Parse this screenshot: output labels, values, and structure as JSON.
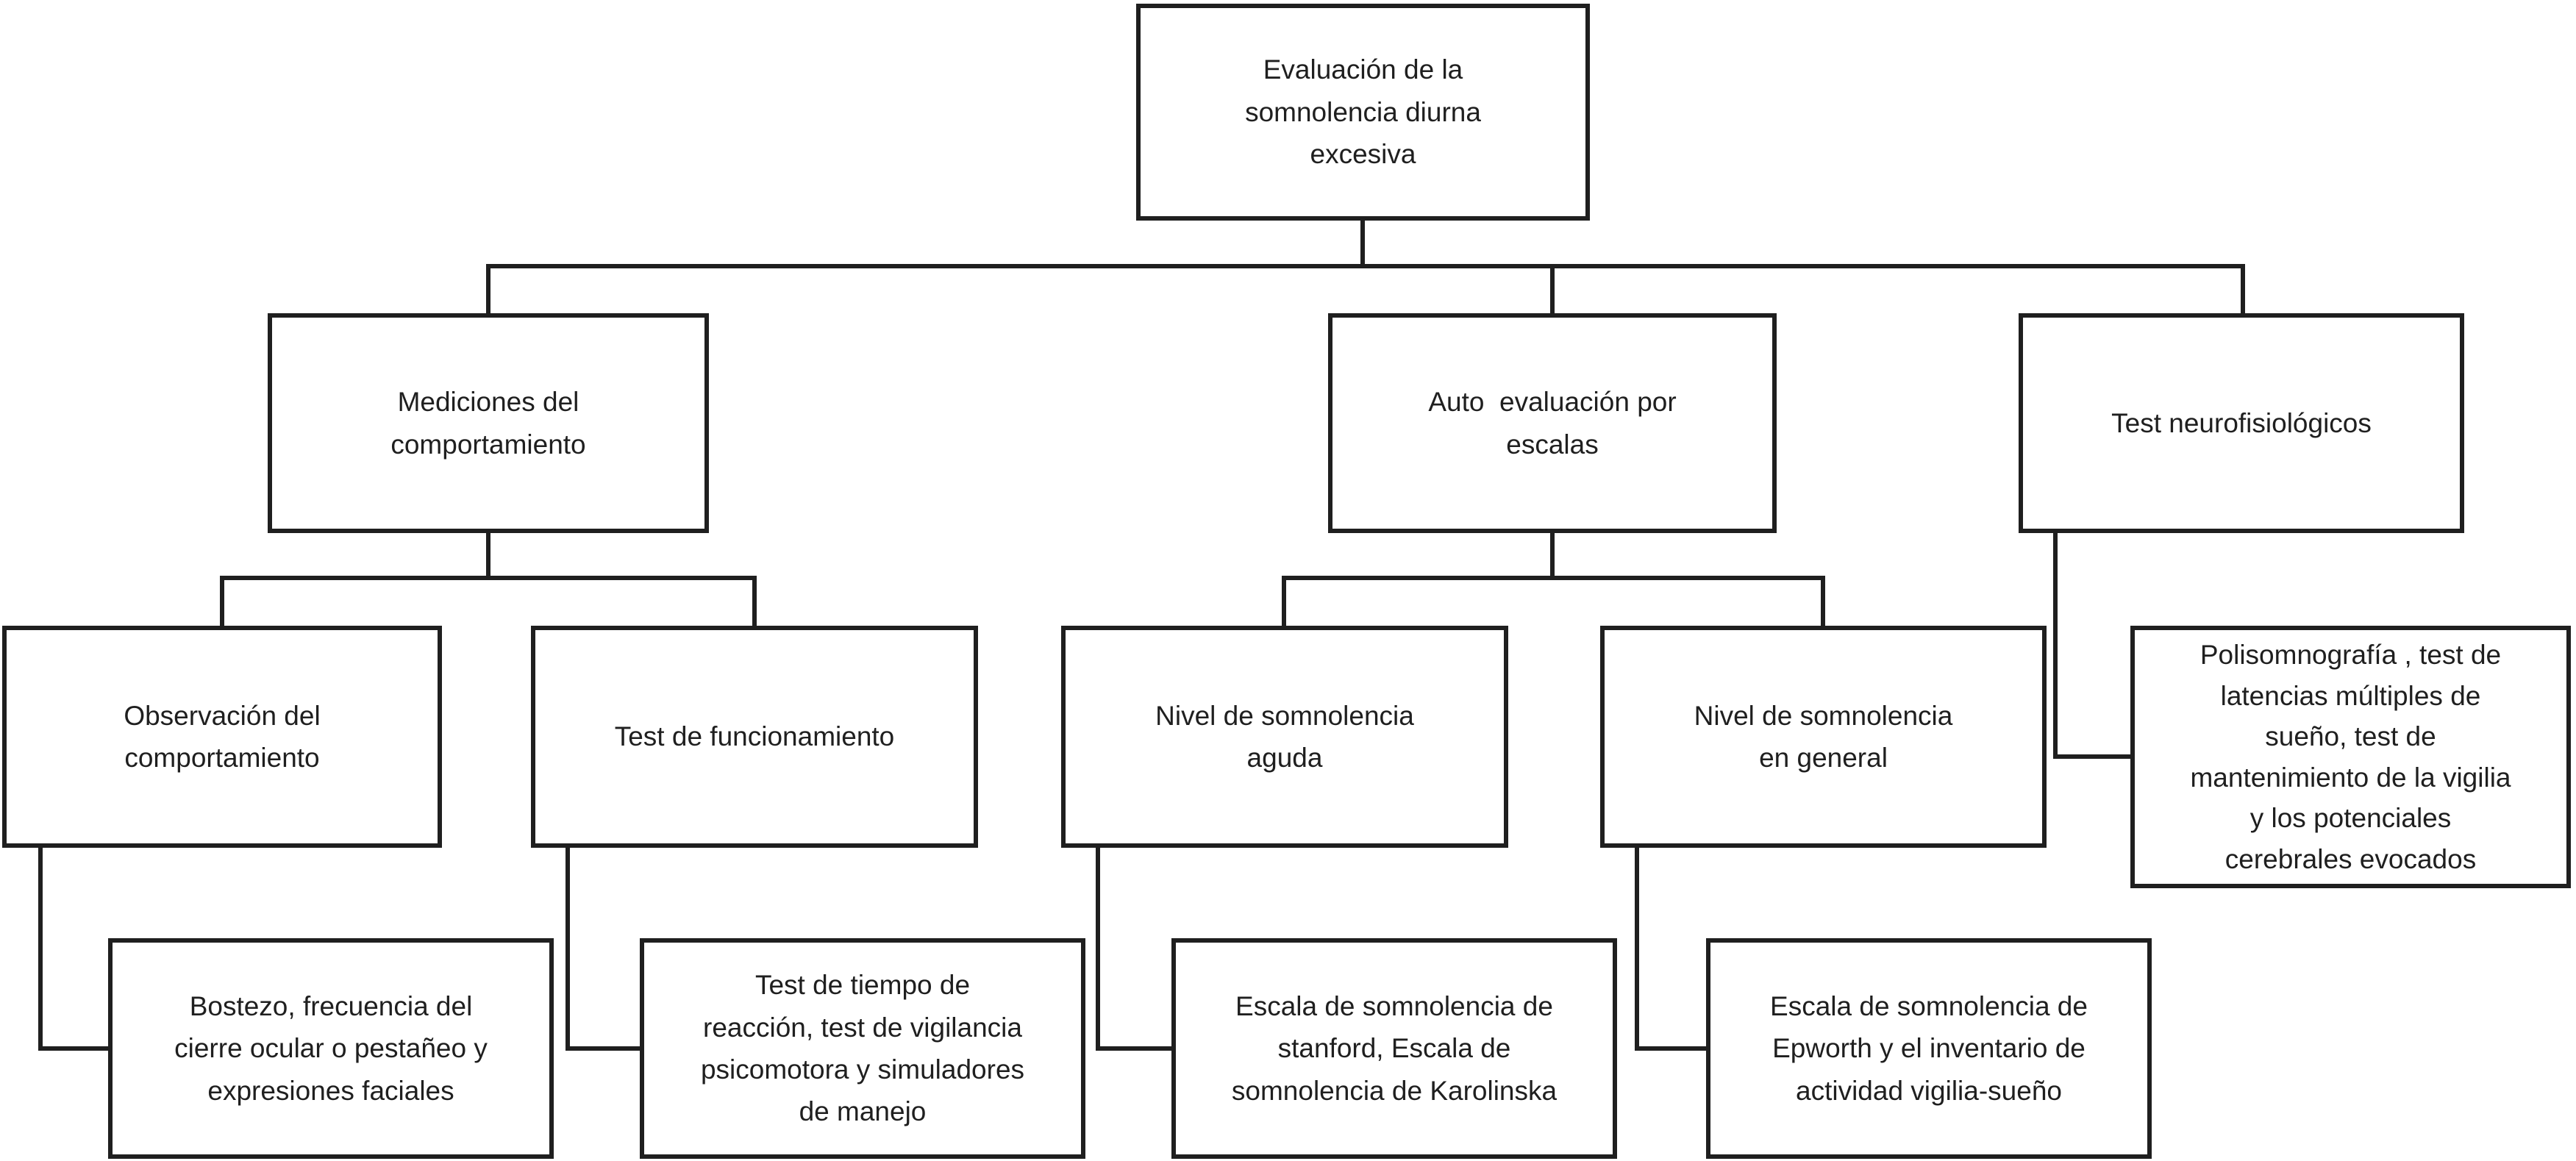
{
  "diagram": {
    "colors": {
      "line": "#1f1f1f",
      "text": "#1f1f1f",
      "box_background": "#ffffff",
      "page_background": "#ffffff"
    },
    "nodes": {
      "root": {
        "label": "Evaluación de la\nsomnolencia diurna\nexcesiva"
      },
      "mediciones": {
        "label": "Mediciones del\ncomportamiento"
      },
      "autoevaluacion": {
        "label": "Auto  evaluación por\nescalas"
      },
      "neurofisiologicos": {
        "label": "Test neurofisiológicos"
      },
      "observacion": {
        "label": "Observación del\ncomportamiento"
      },
      "funcionamiento": {
        "label": "Test de funcionamiento"
      },
      "aguda": {
        "label": "Nivel de somnolencia\naguda"
      },
      "general": {
        "label": "Nivel de somnolencia\nen general"
      },
      "polisomnografia": {
        "label": "Polisomnografía , test de\nlatencias múltiples de\nsueño, test de\nmantenimiento de la vigilia\ny los potenciales\ncerebrales evocados"
      },
      "bostezo": {
        "label": "Bostezo, frecuencia del\ncierre ocular o pestañeo y\nexpresiones faciales"
      },
      "reaccion": {
        "label": "Test de tiempo de\nreacción, test de vigilancia\npsicomotora y simuladores\nde manejo"
      },
      "stanford": {
        "label": "Escala de somnolencia de\nstanford, Escala de\nsomnolencia de Karolinska"
      },
      "epworth": {
        "label": "Escala de somnolencia de\nEpworth y el inventario de\nactividad vigilia-sueño"
      }
    }
  }
}
